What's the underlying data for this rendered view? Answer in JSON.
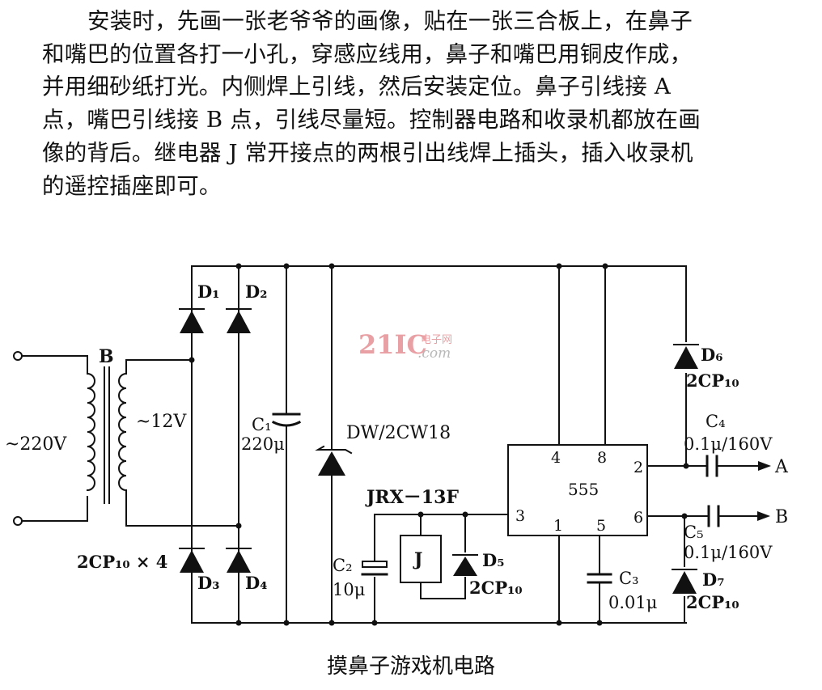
{
  "article": {
    "lines": [
      "安装时，先画一张老爷爷的画像，贴在一张三合板上，在鼻子",
      "和嘴巴的位置各打一小孔，穿感应线用，鼻子和嘴巴用铜皮作成，",
      "并用细砂纸打光。内侧焊上引线，然后安装定位。鼻子引线接 A",
      "点，嘴巴引线接 B 点，引线尽量短。控制器电路和收录机都放在画",
      "像的背后。继电器 J 常开接点的两根引出线焊上插头，插入收录机",
      "的遥控插座即可。"
    ]
  },
  "diagram": {
    "caption": "摸鼻子游戏机电路",
    "watermark": {
      "main": "21IC",
      "sub_top": "电子网",
      "sub_bottom": ".com"
    },
    "labels": {
      "transformer": "B",
      "input_voltage": "~220V",
      "secondary_voltage": "~12V",
      "d1": "D₁",
      "d2": "D₂",
      "d3": "D₃",
      "d4": "D₄",
      "bridge_note": "2CP₁₀ × 4",
      "c1": "C₁",
      "c1_value": "220μ",
      "zener": "DW/2CW18",
      "relay_model": "JRX－13F",
      "relay_coil": "J",
      "c2": "C₂",
      "c2_value": "10μ",
      "d5": "D₅",
      "d5_type": "2CP₁₀",
      "ic": "555",
      "pin4": "4",
      "pin8": "8",
      "pin2": "2",
      "pin3": "3",
      "pin1": "1",
      "pin5": "5",
      "pin6": "6",
      "c3": "C₃",
      "c3_value": "0.01μ",
      "d6": "D₆",
      "d6_type": "2CP₁₀",
      "c4": "C₄",
      "c4_value": "0.1μ/160V",
      "c5": "C₅",
      "c5_value": "0.1μ/160V",
      "d7": "D₇",
      "d7_type": "2CP₁₀",
      "out_a": "A",
      "out_b": "B"
    },
    "colors": {
      "ink": "#111111",
      "watermark_red": "#e8a0a4",
      "watermark_gray": "#b8b8b8"
    }
  }
}
